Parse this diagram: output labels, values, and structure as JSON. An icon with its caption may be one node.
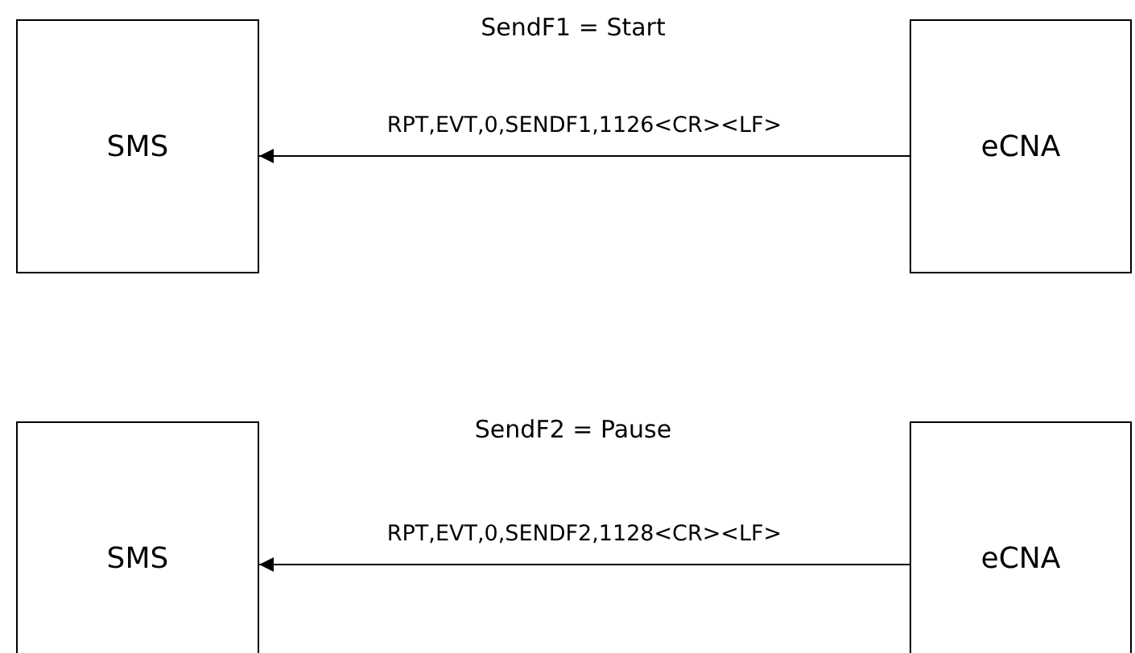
{
  "diagram": {
    "nodes": [
      {
        "text": [
          "SMS"
        ]
      },
      {
        "text": [
          "eCNA"
        ]
      },
      {
        "text": [
          "SMS"
        ]
      },
      {
        "text": [
          "eCNA"
        ]
      }
    ],
    "edges": [
      {
        "from": 1,
        "to": 0,
        "arrow": "to",
        "label": "RPT,EVT,0,SENDF1,1126<CR><LF>"
      },
      {
        "from": 3,
        "to": 2,
        "arrow": "to",
        "label": "RPT,EVT,0,SENDF2,1128<CR><LF>"
      }
    ],
    "labels": [
      "SendF1 = Start",
      "SendF2 = Pause"
    ]
  }
}
